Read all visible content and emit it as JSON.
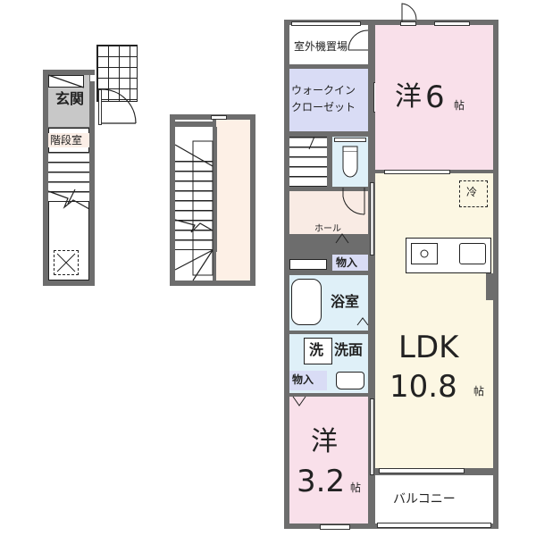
{
  "floor_plan": {
    "floor1": {
      "entrance": "玄関",
      "stairwell": "階段室"
    },
    "floor2_stairs": {
      "label": ""
    },
    "floor3": {
      "outdoor_unit": "室外機置場",
      "walkin_closet_line1": "ウォークイン",
      "walkin_closet_line2": "クローゼット",
      "western_room_1": {
        "type": "洋",
        "size": "6",
        "unit": "帖"
      },
      "refrigerator": "冷",
      "hall": "ホール",
      "storage_1": "物入",
      "bathroom": "浴室",
      "washer": "洗",
      "washroom": "洗面",
      "storage_2": "物入",
      "ldk": {
        "type": "LDK",
        "size": "10.8",
        "unit": "帖"
      },
      "western_room_2": {
        "type": "洋",
        "size": "3.2",
        "unit": "帖"
      },
      "balcony": "バルコニー"
    },
    "colors": {
      "wall": "#6d6d6d",
      "western_room": "#f9e0ea",
      "ldk": "#fcf7e3",
      "closet": "#d9dcf5",
      "wet_area": "#dff0f8",
      "hall": "#f9ebe4",
      "entrance": "#c8c8c8",
      "stairwell_floor2": "#fdf0e6"
    }
  }
}
